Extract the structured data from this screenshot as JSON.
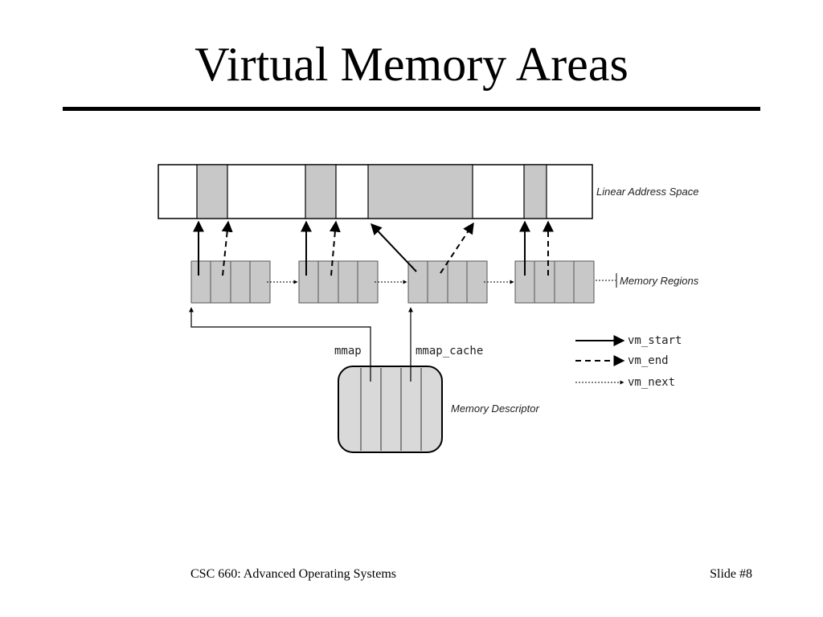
{
  "slide": {
    "title": "Virtual Memory Areas",
    "footer_left": "CSC 660: Advanced Operating Systems",
    "footer_right": "Slide #8"
  },
  "diagram": {
    "linear_address_space_label": "Linear Address Space",
    "memory_regions_label": "Memory Regions",
    "memory_descriptor_label": "Memory Descriptor",
    "mmap_label": "mmap",
    "mmap_cache_label": "mmap_cache",
    "legend": {
      "vm_start": "vm_start",
      "vm_end": "vm_end",
      "vm_next": "vm_next"
    },
    "colors": {
      "region_fill": "#c8c8c8",
      "descriptor_fill": "#d9d9d9",
      "line": "#000000"
    }
  }
}
